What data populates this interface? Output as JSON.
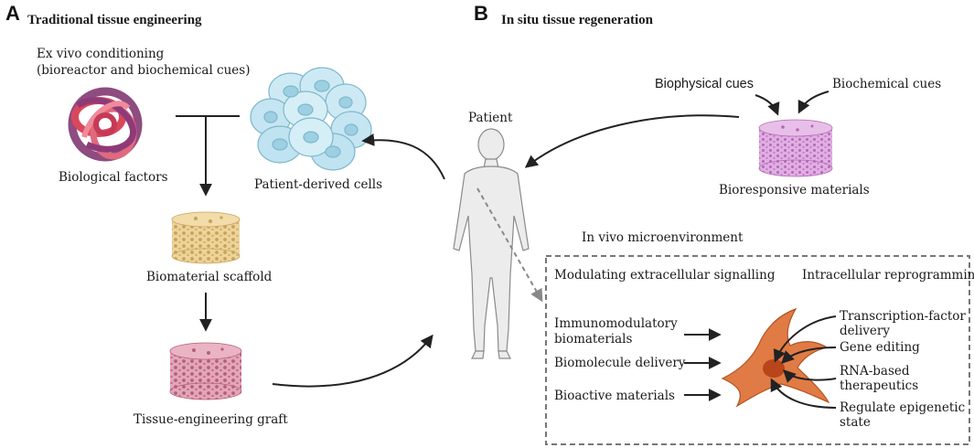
{
  "panel_a": {
    "letter": "A",
    "title": "Traditional tissue engineering",
    "conditioning_line1": "Ex vivo conditioning",
    "conditioning_line2": "(bioreactor and biochemical cues)",
    "biological_factors": "Biological factors",
    "patient_derived_cells": "Patient-derived cells",
    "biomaterial_scaffold": "Biomaterial scaffold",
    "graft": "Tissue-engineering graft"
  },
  "panel_b": {
    "letter": "B",
    "title": "In situ tissue regeneration",
    "patient": "Patient",
    "biophysical_cues": "Biophysical cues",
    "biochemical_cues": "Biochemical cues",
    "bioresponsive_materials": "Bioresponsive materials",
    "microenvironment": "In vivo microenvironment",
    "extracellular": "Modulating extracellular signalling",
    "intracellular": "Intracellular reprogramming",
    "left_items": [
      {
        "line1": "Immunomodulatory",
        "line2": "biomaterials"
      },
      {
        "line1": "Biomolecule delivery",
        "line2": ""
      },
      {
        "line1": "Bioactive materials",
        "line2": ""
      }
    ],
    "right_items": [
      {
        "line1": "Transcription-factor",
        "line2": "delivery"
      },
      {
        "line1": "Gene editing",
        "line2": ""
      },
      {
        "line1": "RNA-based",
        "line2": "therapeutics"
      },
      {
        "line1": "Regulate epigenetic",
        "line2": "state"
      }
    ]
  },
  "colors": {
    "arrow": "#222222",
    "dashed": "#777777",
    "cell_body": "#e07b45",
    "cell_nucleus": "#b9451a",
    "scaffold_yellow": "#e9cf92",
    "graft_pink": "#d98fa8",
    "bioresponsive_pink": "#d79ad8",
    "cells_blue": "#bfe3f0",
    "factors_red": "#d9475c",
    "factors_purple": "#7a2d6a"
  }
}
